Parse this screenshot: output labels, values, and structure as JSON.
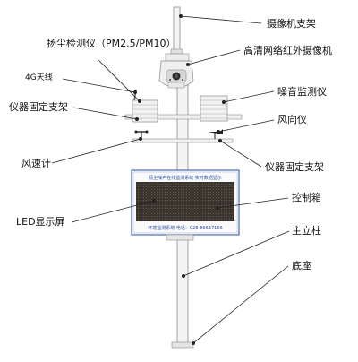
{
  "labels": {
    "camera_mount": "摄像机支架",
    "dust_monitor": "扬尘检测仪（PM2.5/PM10）",
    "hd_camera": "高清网络红外摄像机",
    "antenna_4g": "4G天线",
    "noise_monitor": "噪音监测仪",
    "instrument_bracket_left": "仪器固定支架",
    "wind_direction": "风向仪",
    "anemometer": "风速计",
    "instrument_bracket_right": "仪器固定支架",
    "control_box": "控制箱",
    "led_screen": "LED显示屏",
    "main_pole": "主立柱",
    "base": "底座"
  },
  "panel": {
    "header_text": "扬尘噪声在线监测系统 实时数据显示",
    "footer_text": "环境监测系统  电话：028-86637166"
  },
  "colors": {
    "pole": "#f4f4f4",
    "outline": "#8a8a8a",
    "panel_border": "#2a4fa8",
    "led_dark": "#3b3530",
    "leader": "#222222"
  }
}
